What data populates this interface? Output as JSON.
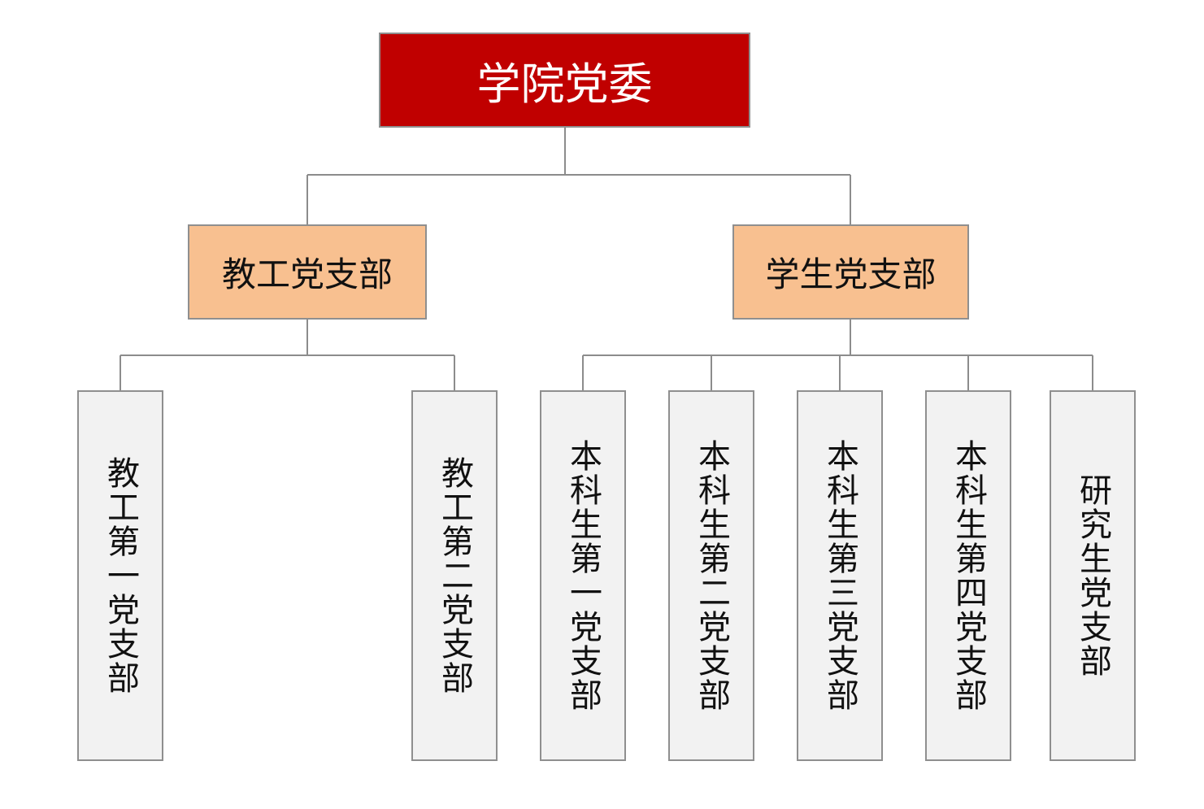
{
  "colors": {
    "root_fill": "#c00000",
    "root_text": "#ffffff",
    "branch_fill": "#f8c090",
    "leaf_fill": "#f2f2f2",
    "connector": "#8c8c8c"
  },
  "root": {
    "label": "学院党委"
  },
  "branches": [
    {
      "label": "教工党支部",
      "children": [
        "教工第一党支部",
        "教工第二党支部"
      ]
    },
    {
      "label": "学生党支部",
      "children": [
        "本科生第一党支部",
        "本科生第二党支部",
        "本科生第三党支部",
        "本科生第四党支部",
        "研究生党支部"
      ]
    }
  ]
}
